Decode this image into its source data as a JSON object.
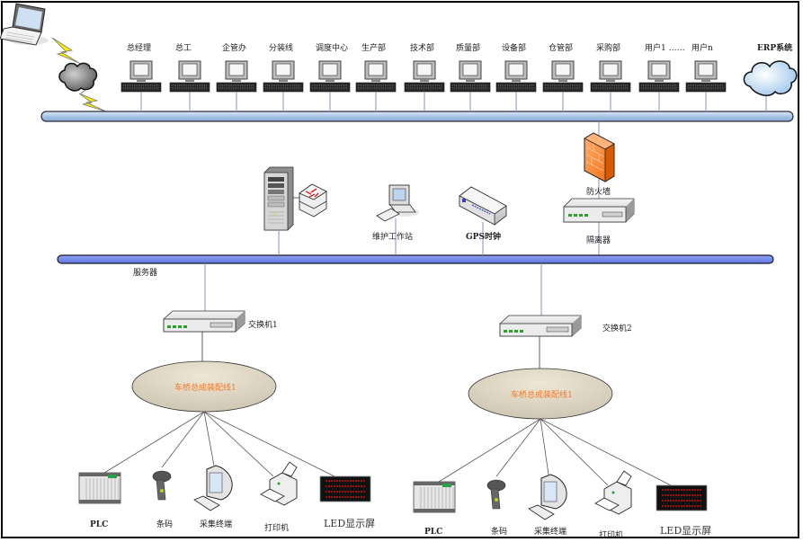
{
  "title": "车桥总成装配线网络拓扑图",
  "top_bus": {
    "endpoints": [
      {
        "label": "总经理"
      },
      {
        "label": "总工"
      },
      {
        "label": "企管办"
      },
      {
        "label": "分装线"
      },
      {
        "label": "调度中心"
      },
      {
        "label": "生产部"
      },
      {
        "label": "技术部"
      },
      {
        "label": "质量部"
      },
      {
        "label": "设备部"
      },
      {
        "label": "仓管部"
      },
      {
        "label": "采购部"
      },
      {
        "label": "用户1 ……"
      },
      {
        "label": "用户n"
      }
    ],
    "erp_label": "ERP系统"
  },
  "middle": {
    "server_label": "服务器",
    "workstation_label": "维护工作站",
    "gps_label": "GPS时钟",
    "firewall_label": "防火墙",
    "isolator_label": "隔离器"
  },
  "switches": [
    {
      "label": "交换机1",
      "line_label": "车桥总成装配线1"
    },
    {
      "label": "交换机2",
      "line_label": "车桥总成装配线1"
    }
  ],
  "devices": [
    {
      "label": "PLC",
      "icon": "plc-icon"
    },
    {
      "label": "条码",
      "icon": "barcode-scanner-icon"
    },
    {
      "label": "采集终端",
      "icon": "terminal-icon"
    },
    {
      "label": "打印机",
      "icon": "printer-icon"
    },
    {
      "label": "LED显示屏",
      "icon": "led-display-icon"
    }
  ],
  "colors": {
    "top_bus": "#b8d0ec",
    "middle_bus": "#6f86e6",
    "link": "#8a8fc0",
    "firewall": "#f7913d",
    "ellipse": "#d9d2c0",
    "ellipse_text": "#f07a2a"
  }
}
